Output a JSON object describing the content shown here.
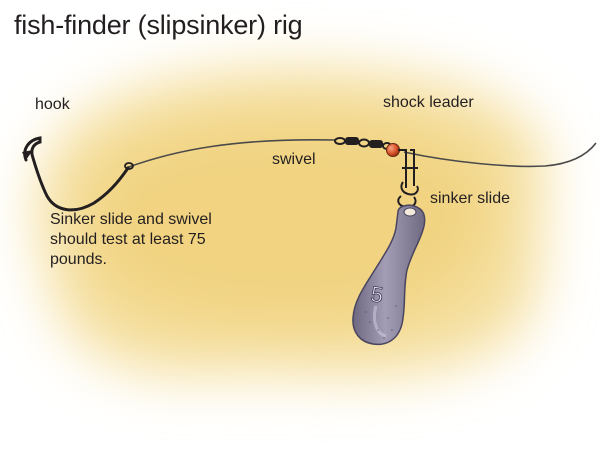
{
  "title": "fish-finder (slipsinker) rig",
  "labels": {
    "hook": "hook",
    "shock_leader": "shock leader",
    "swivel": "swivel",
    "sinker_slide": "sinker slide"
  },
  "note_lines": [
    "Sinker slide and swivel",
    "should test at least 75",
    "pounds."
  ],
  "sinker_number": "5",
  "colors": {
    "background_wash": "#f5dc8e",
    "line": "#4a4a4a",
    "sinker": "#8c86a0",
    "bead": "#d9532b",
    "text": "#231f20"
  }
}
